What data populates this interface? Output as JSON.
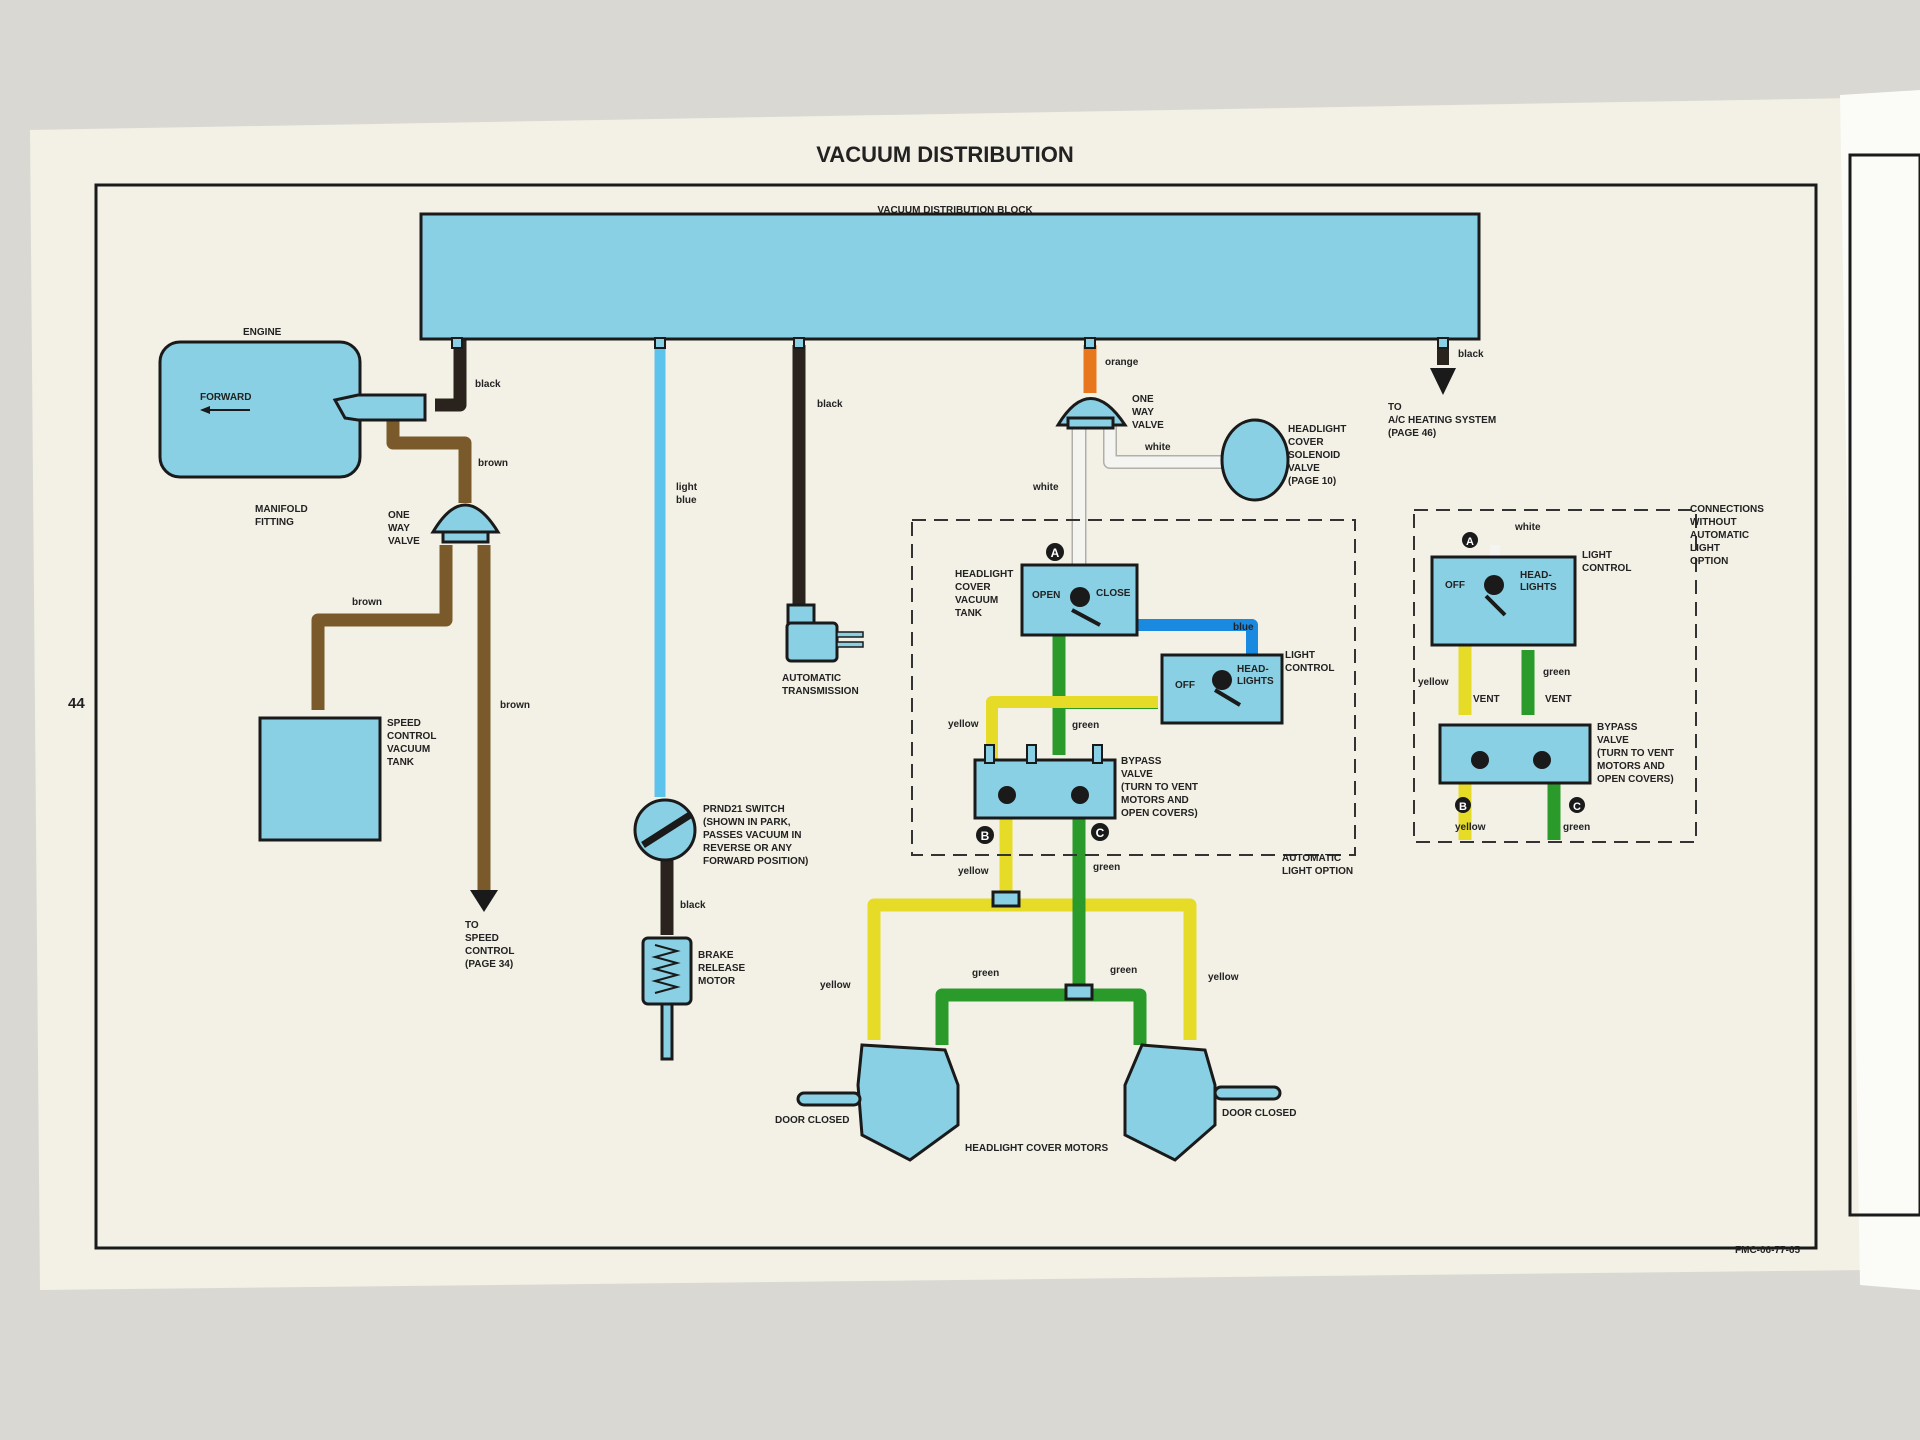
{
  "page": {
    "title": "VACUUM DISTRIBUTION",
    "page_number": "44",
    "footer_code": "FMC-06-77-65"
  },
  "colors": {
    "component": "#8ad0e4",
    "black": "#2a221c",
    "brown": "#7a5a2a",
    "light_blue": "#5cc4ec",
    "orange": "#e8761e",
    "white": "#f4f4f0",
    "blue": "#1a8ae0",
    "green": "#2a9a2a",
    "yellow": "#e6dc28"
  },
  "labels": {
    "block": "VACUUM DISTRIBUTION BLOCK",
    "engine": "ENGINE",
    "forward": "FORWARD",
    "manifold_1": "MANIFOLD",
    "manifold_2": "FITTING",
    "one_way_1": "ONE",
    "one_way_2": "WAY",
    "one_way_3": "VALVE",
    "speed_tank_1": "SPEED",
    "speed_tank_2": "CONTROL",
    "speed_tank_3": "VACUUM",
    "speed_tank_4": "TANK",
    "to_speed_1": "TO",
    "to_speed_2": "SPEED",
    "to_speed_3": "CONTROL",
    "to_speed_4": "(PAGE 34)",
    "auto_trans_1": "AUTOMATIC",
    "auto_trans_2": "TRANSMISSION",
    "prnd_1": "PRND21 SWITCH",
    "prnd_2": "(SHOWN IN PARK,",
    "prnd_3": "PASSES VACUUM IN",
    "prnd_4": "REVERSE OR ANY",
    "prnd_5": "FORWARD POSITION)",
    "brake_1": "BRAKE",
    "brake_2": "RELEASE",
    "brake_3": "MOTOR",
    "solenoid_1": "HEADLIGHT",
    "solenoid_2": "COVER",
    "solenoid_3": "SOLENOID",
    "solenoid_4": "VALVE",
    "solenoid_5": "(PAGE 10)",
    "to_ac_1": "TO",
    "to_ac_2": "A/C HEATING SYSTEM",
    "to_ac_3": "(PAGE 46)",
    "hvt_1": "HEADLIGHT",
    "hvt_2": "COVER",
    "hvt_3": "VACUUM",
    "hvt_4": "TANK",
    "open": "OPEN",
    "close": "CLOSE",
    "off": "OFF",
    "head_1": "HEAD-",
    "head_2": "LIGHTS",
    "light_control_1": "LIGHT",
    "light_control_2": "CONTROL",
    "bypass_1": "BYPASS",
    "bypass_2": "VALVE",
    "bypass_3": "(TURN TO VENT",
    "bypass_4": "MOTORS AND",
    "bypass_5": "OPEN COVERS)",
    "auto_light_1": "AUTOMATIC",
    "auto_light_2": "LIGHT OPTION",
    "conn_1": "CONNECTIONS",
    "conn_2": "WITHOUT",
    "conn_3": "AUTOMATIC",
    "conn_4": "LIGHT",
    "conn_5": "OPTION",
    "vent": "VENT",
    "door_closed": "DOOR CLOSED",
    "motors": "HEADLIGHT COVER MOTORS",
    "A": "A",
    "B": "B",
    "C": "C"
  },
  "hose_labels": {
    "black": "black",
    "brown": "brown",
    "light_1": "light",
    "light_2": "blue",
    "orange": "orange",
    "white": "white",
    "blue": "blue",
    "green": "green",
    "yellow": "yellow"
  }
}
